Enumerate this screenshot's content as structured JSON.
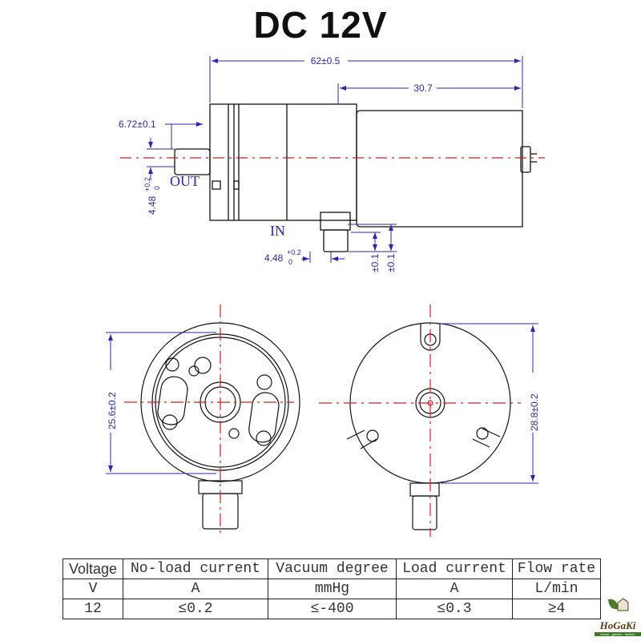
{
  "title": "DC 12V",
  "side_view": {
    "dim_total": "62±0.5",
    "dim_motor": "30.7",
    "dim_outlet_offset": "6.72±0.1",
    "dim_outlet_dia": "4.48",
    "dim_tol_plus": "+0.2",
    "dim_tol_zero": "0",
    "dim_inlet_dia": "4.48",
    "dim_tol1": "±0.1",
    "dim_tol2": "±0.1",
    "label_out": "OUT",
    "label_in": "IN"
  },
  "front_view": {
    "dim": "25.6±0.2"
  },
  "rear_view": {
    "dim": "28.8±0.2"
  },
  "spec_table": {
    "headers": [
      "Voltage",
      "No-load current",
      "Vacuum degree",
      "Load current",
      "Flow rate"
    ],
    "units": [
      "V",
      "A",
      "mmHg",
      "A",
      "L/min"
    ],
    "values": [
      "12",
      "≤0.2",
      "≤-400",
      "≤0.3",
      "≥4"
    ]
  },
  "logo": {
    "name": "HoGaKi",
    "tagline": "Home · garden · kitchen"
  },
  "colors": {
    "dimension": "#2a2aa8",
    "centerline": "#cc2222",
    "outline": "#111111"
  }
}
